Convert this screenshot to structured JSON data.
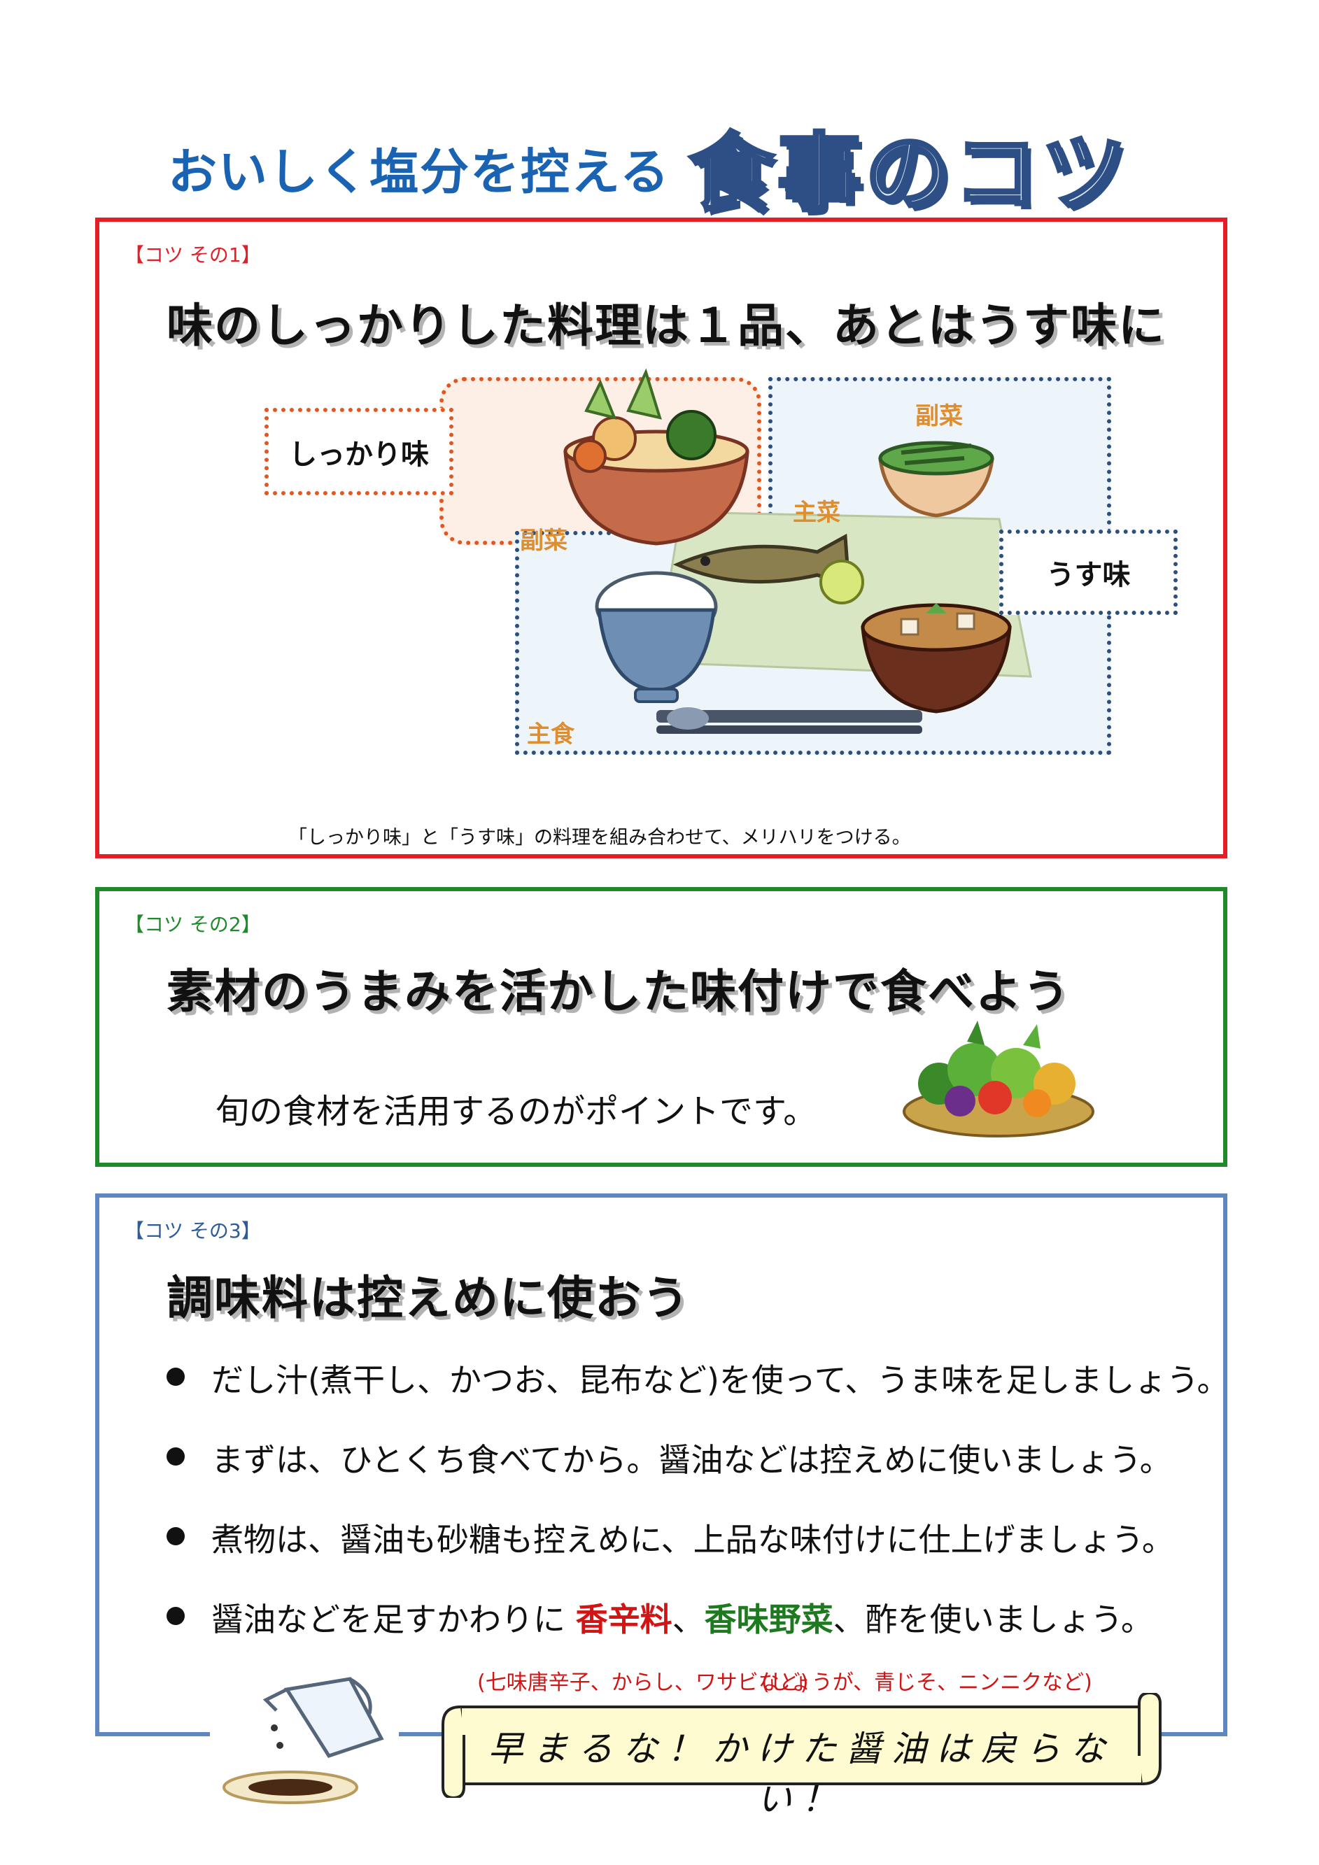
{
  "title": {
    "subtitle": "おいしく塩分を控える",
    "main": "食事のコツ"
  },
  "section1": {
    "tag": "【コツ その1】",
    "heading": "味のしっかりした料理は１品、あとはうす味に",
    "labels": {
      "strong_taste": "しっかり味",
      "light_taste": "うす味",
      "side_dish_top": "副菜",
      "main_dish": "主菜",
      "side_dish_left": "副菜",
      "staple": "主食"
    },
    "caption": "「しっかり味」と「うす味」の料理を組み合わせて、メリハリをつける。"
  },
  "section2": {
    "tag": "【コツ その2】",
    "heading": "素材のうまみを活かした味付けで食べよう",
    "body": "旬の食材を活用するのがポイントです。"
  },
  "section3": {
    "tag": "【コツ その3】",
    "heading": "調味料は控えめに使おう",
    "bullets": [
      "だし汁(煮干し、かつお、昆布など)を使って、うま味を足しましょう。",
      "まずは、ひとくち食べてから。醤油などは控えめに使いましょう。",
      "煮物は、醤油も砂糖も控えめに、上品な味付けに仕上げましょう。"
    ],
    "bullet4": {
      "prefix": "醤油などを足すかわりに ",
      "spice": "香辛料",
      "sep1": "、",
      "herbs": "香味野菜",
      "suffix": "、酢を使いましょう。"
    },
    "note_spice": "(七味唐辛子、からし、ワサビなど)",
    "note_herbs": "(しょうが、青じそ、ニンニクなど)",
    "banner": "早まるな！かけた醤油は戻らない！"
  },
  "colors": {
    "section1_border": "#e41e26",
    "section2_border": "#1e8a2a",
    "section3_border": "#5f87bf",
    "title_blue": "#1a63b3",
    "emphasis_red": "#d31414",
    "emphasis_green": "#1e7a1e"
  }
}
